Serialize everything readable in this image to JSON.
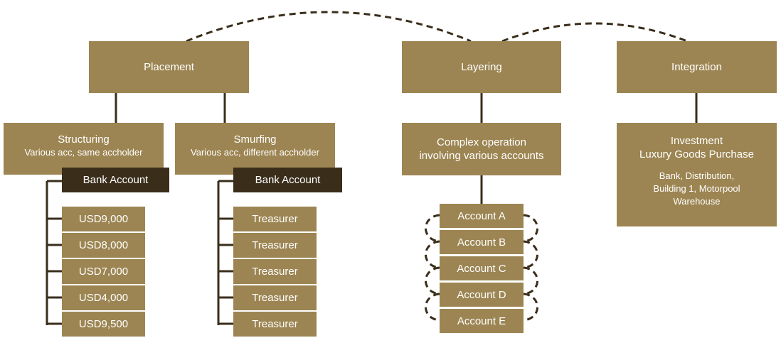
{
  "stages": {
    "placement": "Placement",
    "layering": "Layering",
    "integration": "Integration"
  },
  "structuring": {
    "title": "Structuring",
    "subtitle": "Various acc, same accholder",
    "account_label": "Bank Account",
    "amounts": [
      "USD9,000",
      "USD8,000",
      "USD7,000",
      "USD4,000",
      "USD9,500"
    ]
  },
  "smurfing": {
    "title": "Smurfing",
    "subtitle": "Various acc, different accholder",
    "account_label": "Bank Account",
    "items": [
      "Treasurer",
      "Treasurer",
      "Treasurer",
      "Treasurer",
      "Treasurer"
    ]
  },
  "layering_detail": {
    "line1": "Complex operation",
    "line2": "involving various accounts",
    "accounts": [
      "Account A",
      "Account B",
      "Account C",
      "Account D",
      "Account E"
    ]
  },
  "integration_detail": {
    "line1": "Investment",
    "line2": "Luxury Goods Purchase",
    "line3": "Bank, Distribution,",
    "line4": "Building 1, Motorpool",
    "line5": "Warehouse"
  },
  "colors": {
    "box": "#9c8552",
    "dark_box": "#3a2e1b",
    "line": "#3a2e1b",
    "text": "#ffffff"
  }
}
